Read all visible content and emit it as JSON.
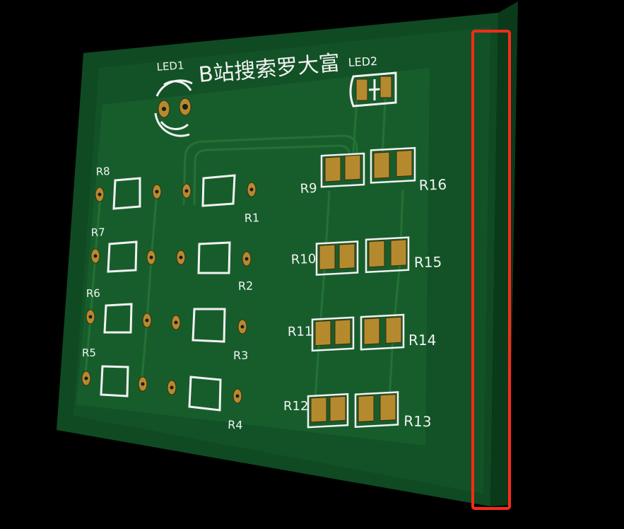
{
  "scene": {
    "background_color": "#000000",
    "board_color": "#0f4a22",
    "board_edge_color": "#0a3518",
    "silkscreen_color": "#f2f2f2",
    "pad_color": "#b58a2e",
    "highlight_color": "#ff2a1a"
  },
  "board": {
    "title": "B站搜索罗大富",
    "led_labels": [
      "LED1",
      "LED2"
    ],
    "resistor_labels_left": [
      "R8",
      "R7",
      "R6",
      "R5"
    ],
    "resistor_labels_mid": [
      "R1",
      "R2",
      "R3",
      "R4"
    ],
    "resistor_labels_smd_left": [
      "R9",
      "R10",
      "R11",
      "R12"
    ],
    "resistor_labels_smd_right": [
      "R16",
      "R15",
      "R14",
      "R13"
    ]
  },
  "annotation": {
    "shape": "rectangle",
    "color": "#ff2a1a",
    "target": "board-side-edge"
  }
}
